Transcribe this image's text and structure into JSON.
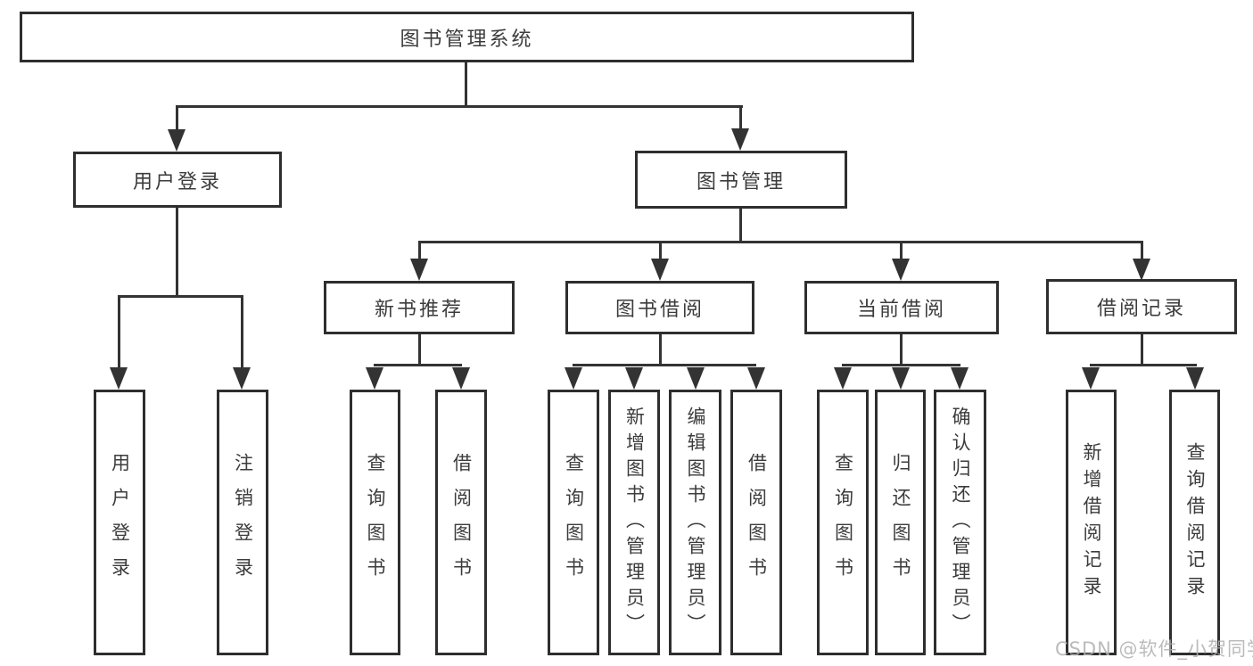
{
  "diagram": {
    "root": {
      "label": "图书管理系统"
    },
    "branches": [
      {
        "label": "用户登录",
        "leaves": [
          {
            "label": "用户登录"
          },
          {
            "label": "注销登录"
          }
        ]
      },
      {
        "label": "图书管理",
        "groups": [
          {
            "label": "新书推荐",
            "leaves": [
              {
                "label": "查询图书"
              },
              {
                "label": "借阅图书"
              }
            ]
          },
          {
            "label": "图书借阅",
            "leaves": [
              {
                "label": "查询图书"
              },
              {
                "label": "新增图书（管理员）"
              },
              {
                "label": "编辑图书（管理员）"
              },
              {
                "label": "借阅图书"
              }
            ]
          },
          {
            "label": "当前借阅",
            "leaves": [
              {
                "label": "查询图书"
              },
              {
                "label": "归还图书"
              },
              {
                "label": "确认归还（管理员）"
              }
            ]
          },
          {
            "label": "借阅记录",
            "leaves": [
              {
                "label": "新增借阅记录"
              },
              {
                "label": "查询借阅记录"
              }
            ]
          }
        ]
      }
    ]
  },
  "watermark": {
    "text": "CSDN @软件_小贺同学"
  },
  "colors": {
    "background": "#ffffff",
    "box_border": "#2e2e2e",
    "line": "#333333",
    "text": "#3c3c3c",
    "watermark": "#b0b0b0"
  }
}
